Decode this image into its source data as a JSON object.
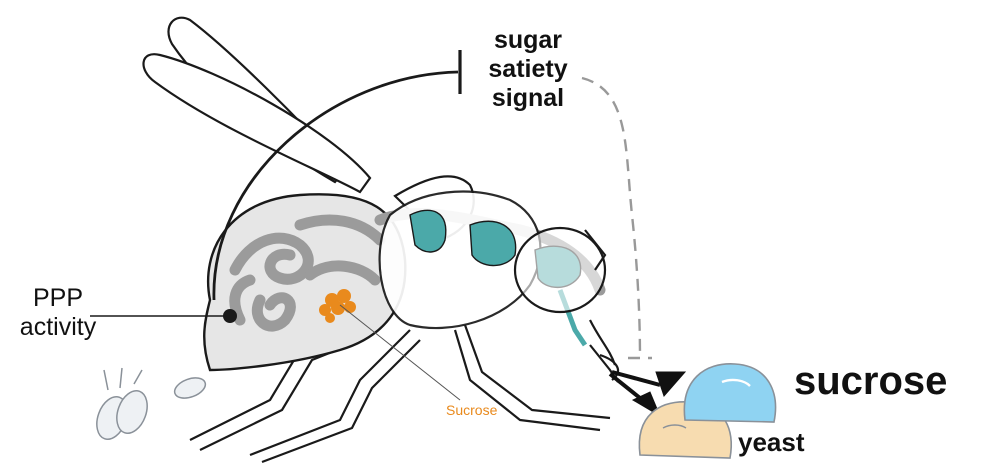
{
  "labels": {
    "signal_lines": [
      "sugar",
      "satiety",
      "signal"
    ],
    "ppp_lines": [
      "PPP",
      "activity"
    ],
    "sucrose_food": "sucrose",
    "yeast_food": "yeast",
    "sucrose_gut": "Sucrose"
  },
  "colors": {
    "outline": "#1a1a1a",
    "teal": "#4ba9a9",
    "gut_gray": "#9b9b9b",
    "abdomen_fill": "#e6e6e6",
    "sucrose_drop": "#8fd3f2",
    "yeast_drop": "#f7dcb0",
    "orange": "#e98a1d",
    "dashed": "#999999"
  },
  "icons": [
    "fly-body",
    "eggs-icon",
    "sucrose-drop-icon",
    "yeast-drop-icon",
    "crop-sucrose-icon",
    "inhibition-line",
    "feedback-dashed-line",
    "choice-arrows-icon"
  ]
}
